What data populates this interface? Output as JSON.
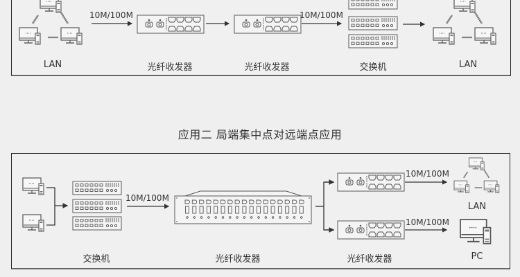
{
  "application_one": {
    "nodes": [
      {
        "label": "LAN"
      },
      {
        "label": "光纤收发器"
      },
      {
        "label": "光纤收发器"
      },
      {
        "label": "交换机"
      },
      {
        "label": "LAN"
      }
    ],
    "links": [
      {
        "speed": "10M/100M"
      },
      {
        "speed": "10M/100M"
      }
    ]
  },
  "application_two": {
    "title": "应用二   局端集中点对远端点应用",
    "nodes": [
      {
        "label": "交换机"
      },
      {
        "label": "光纤收发器"
      },
      {
        "label": "LAN"
      },
      {
        "label": "PC"
      }
    ],
    "links": [
      {
        "speed": "10M/100M"
      },
      {
        "speed": "10M/100M"
      },
      {
        "speed": "10M/100M"
      }
    ]
  },
  "colors": {
    "background": "#efefef",
    "stroke": "#555555",
    "border": "#222222",
    "text": "#333333"
  }
}
